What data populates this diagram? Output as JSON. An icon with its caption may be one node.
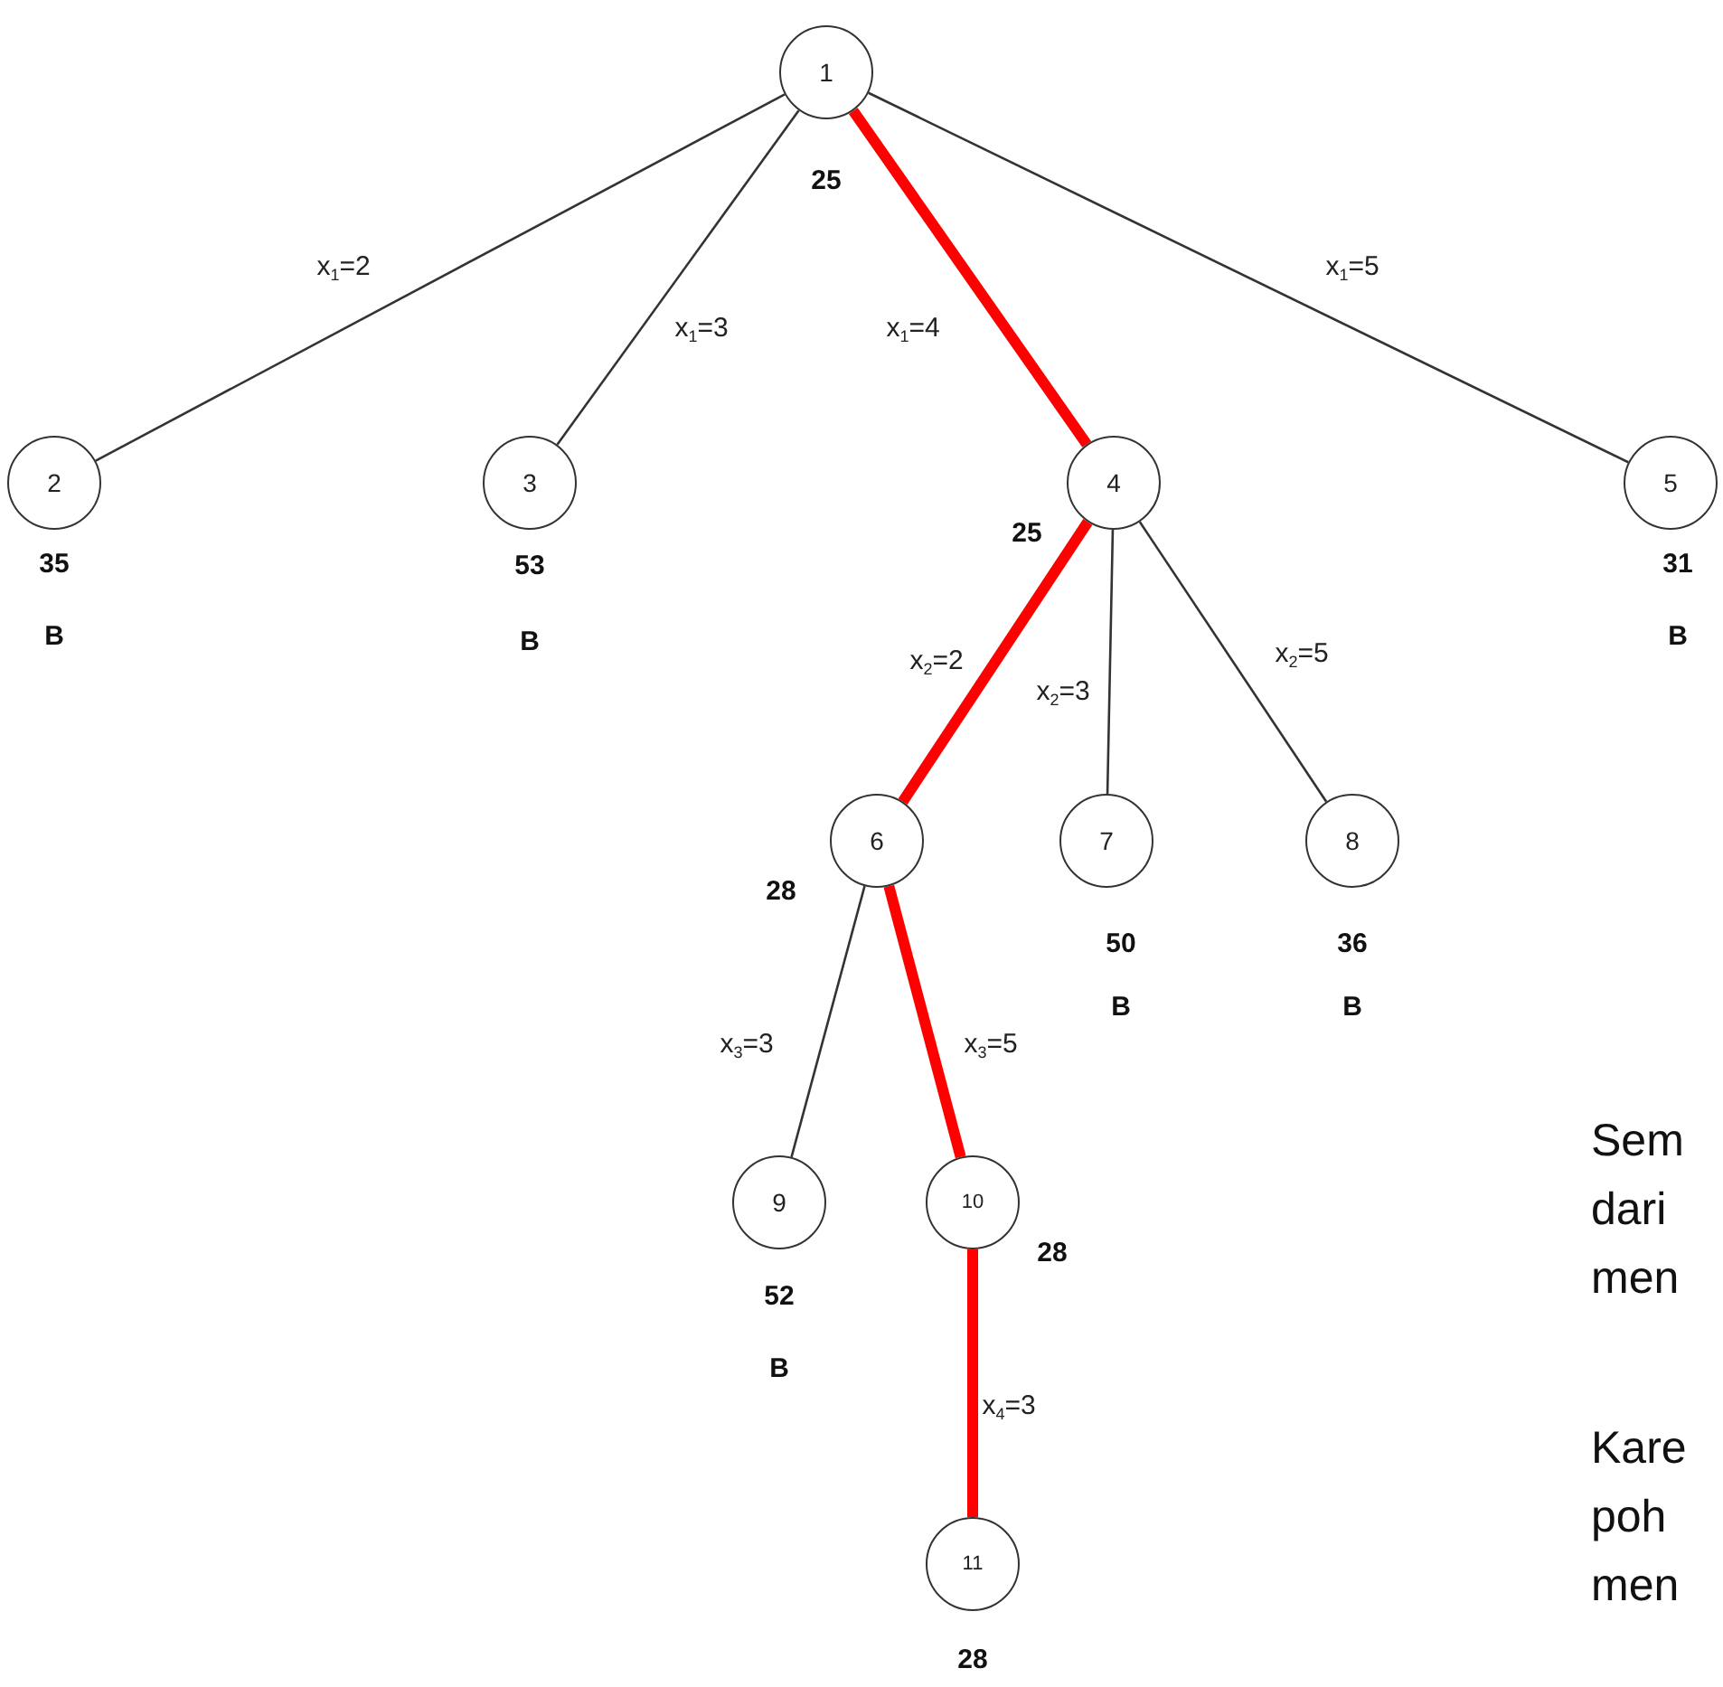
{
  "diagram": {
    "nodes": [
      {
        "text": [
          "1"
        ],
        "beside": [
          "25"
        ]
      },
      {
        "text": [
          "2"
        ],
        "beside": [
          "35",
          "B"
        ]
      },
      {
        "text": [
          "3"
        ],
        "beside": [
          "53",
          "B"
        ]
      },
      {
        "text": [
          "4"
        ],
        "beside": [
          "25"
        ]
      },
      {
        "text": [
          "5"
        ],
        "beside": [
          "31",
          "B"
        ]
      },
      {
        "text": [
          "6"
        ],
        "beside": [
          "28"
        ]
      },
      {
        "text": [
          "7"
        ],
        "beside": [
          "50",
          "B"
        ]
      },
      {
        "text": [
          "8"
        ],
        "beside": [
          "36",
          "B"
        ]
      },
      {
        "text": [
          "9"
        ],
        "beside": [
          "52",
          "B"
        ]
      },
      {
        "text": [
          "10"
        ],
        "beside": [
          "28"
        ]
      },
      {
        "text": [
          "11"
        ],
        "beside": [
          "28"
        ]
      }
    ],
    "edges": [
      {
        "from": 0,
        "to": 1,
        "arrow": "none",
        "label": "x$_{1}$=2"
      },
      {
        "from": 0,
        "to": 2,
        "arrow": "none",
        "label": "x$_{1}$=3"
      },
      {
        "from": 0,
        "to": 3,
        "arrow": "none",
        "label": "x$_{1}$=4",
        "style": "thick",
        "color": "#ff0000"
      },
      {
        "from": 0,
        "to": 4,
        "arrow": "none",
        "label": "x$_{1}$=5"
      },
      {
        "from": 3,
        "to": 5,
        "arrow": "none",
        "label": "x$_{2}$=2",
        "style": "thick",
        "color": "#ff0000"
      },
      {
        "from": 3,
        "to": 6,
        "arrow": "none",
        "label": "x$_{2}$=3"
      },
      {
        "from": 3,
        "to": 7,
        "arrow": "none",
        "label": "x$_{2}$=5"
      },
      {
        "from": 5,
        "to": 8,
        "arrow": "none",
        "label": "x$_{3}$=3"
      },
      {
        "from": 5,
        "to": 9,
        "arrow": "none",
        "label": "x$_{3}$=5",
        "style": "thick",
        "color": "#ff0000"
      },
      {
        "from": 9,
        "to": 10,
        "arrow": "none",
        "label": "x$_{4}$=3",
        "style": "thick",
        "color": "#ff0000"
      }
    ],
    "labels": [
      "Sem dari men",
      "Kare poh men"
    ]
  }
}
